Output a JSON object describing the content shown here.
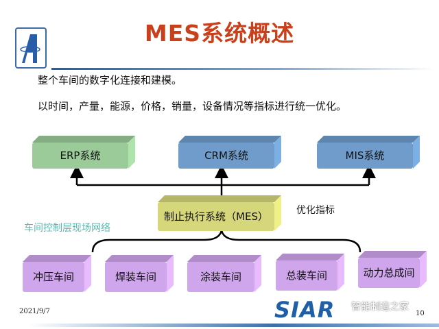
{
  "title": "MES系统概述",
  "bullets": [
    "整个车间的数字化连接和建模。",
    "以时间，产量，能源，价格，销量，设备情况等指标进行统一优化。"
  ],
  "top_systems": [
    {
      "label": "ERP系统",
      "color": "#9ccb9a"
    },
    {
      "label": "CRM系统",
      "color": "#6f9ccb"
    },
    {
      "label": "MIS系统",
      "color": "#6f9ccb"
    }
  ],
  "mes": {
    "line1": "制止执行系统",
    "line2": "（MES）",
    "color": "#d6d67a"
  },
  "optimize_label": "优化指标",
  "network_label": "车间控制层现场网络",
  "workshops": [
    {
      "label": "冲压车间"
    },
    {
      "label": "焊装车间"
    },
    {
      "label": "涂装车间"
    },
    {
      "label": "总装车间"
    },
    {
      "label": "动力总成间"
    }
  ],
  "workshop_color": "#cfa6ec",
  "footer": {
    "date": "2021/9/7",
    "page": "10",
    "brand": "SIAR",
    "watermark": "智能制造之家"
  }
}
